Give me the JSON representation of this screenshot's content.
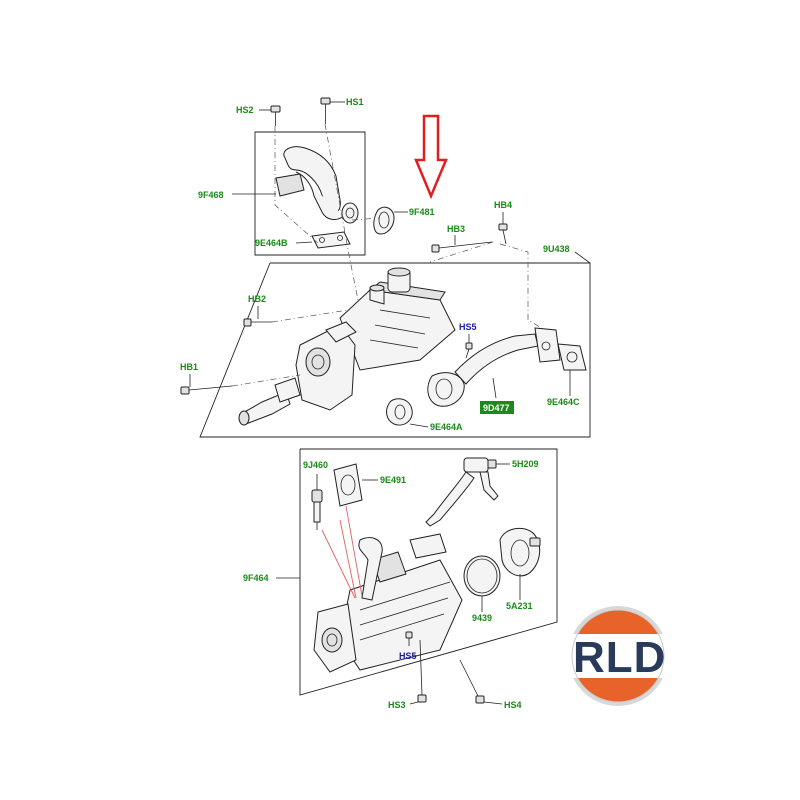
{
  "callouts": {
    "hs2": "HS2",
    "hs1": "HS1",
    "p9f468": "9F468",
    "p9f481": "9F481",
    "hb4": "HB4",
    "hb3": "HB3",
    "p9u438": "9U438",
    "p9e464b": "9E464B",
    "hb2": "HB2",
    "hs5_top": "HS5",
    "hb1": "HB1",
    "p9d477": "9D477",
    "p9e464c": "9E464C",
    "p9e464a": "9E464A",
    "p9j460": "9J460",
    "p9e491": "9E491",
    "p5h209": "5H209",
    "p9f464": "9F464",
    "p9439": "9439",
    "p5a231": "5A231",
    "hs5_bottom": "HS5",
    "hs3": "HS3",
    "hs4": "HS4"
  },
  "logo": {
    "text": "RLD",
    "colors": {
      "top": "#e8632a",
      "bottom": "#e8632a",
      "band": "#ffffff",
      "text": "#2a3a5a"
    }
  },
  "highlight": {
    "arrow_color": "#e02020",
    "points_to": "9F481"
  },
  "colors": {
    "label_green": "#1a8a1a",
    "label_blue": "#1a1aa8",
    "boxed_label_bg": "#1a8a1a"
  }
}
